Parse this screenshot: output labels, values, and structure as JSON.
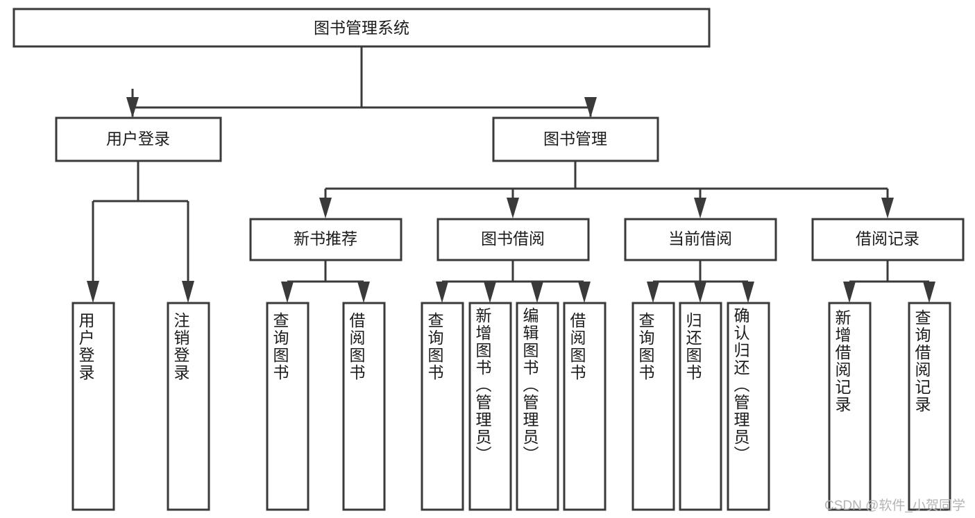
{
  "diagram": {
    "title": "图书管理系统",
    "type": "hierarchy-tree",
    "watermark": "CSDN @软件_小贺同学",
    "colors": {
      "box_stroke": "#3a3a3a",
      "box_fill": "#ffffff",
      "text": "#1b1b1b",
      "background": "#ffffff",
      "watermark": "#b4b4b4"
    },
    "nodes": {
      "root": {
        "label": "图书管理系统"
      },
      "level2": [
        {
          "id": "user-login",
          "label": "用户登录"
        },
        {
          "id": "book-manage",
          "label": "图书管理"
        }
      ],
      "level3": [
        {
          "id": "new-book-recommend",
          "label": "新书推荐"
        },
        {
          "id": "book-borrow",
          "label": "图书借阅"
        },
        {
          "id": "current-borrow",
          "label": "当前借阅"
        },
        {
          "id": "borrow-record",
          "label": "借阅记录"
        }
      ],
      "leaves": {
        "user_login": [
          {
            "id": "leaf-user-login",
            "label": "用户登录"
          },
          {
            "id": "leaf-logout",
            "label": "注销登录"
          }
        ],
        "new_book_recommend": [
          {
            "id": "leaf-query-book-1",
            "label": "查询图书"
          },
          {
            "id": "leaf-borrow-book-1",
            "label": "借阅图书"
          }
        ],
        "book_borrow": [
          {
            "id": "leaf-query-book-2",
            "label": "查询图书"
          },
          {
            "id": "leaf-add-book",
            "label": "新增图书（管理员）"
          },
          {
            "id": "leaf-edit-book",
            "label": "编辑图书（管理员）"
          },
          {
            "id": "leaf-borrow-book-2",
            "label": "借阅图书"
          }
        ],
        "current_borrow": [
          {
            "id": "leaf-query-book-3",
            "label": "查询图书"
          },
          {
            "id": "leaf-return-book",
            "label": "归还图书"
          },
          {
            "id": "leaf-confirm-return",
            "label": "确认归还（管理员）"
          }
        ],
        "borrow_record": [
          {
            "id": "leaf-add-record",
            "label": "新增借阅记录"
          },
          {
            "id": "leaf-query-record",
            "label": "查询借阅记录"
          }
        ]
      }
    }
  },
  "chart_data": {
    "type": "table",
    "title": "图书管理系统",
    "levels": [
      {
        "level": 1,
        "labels": [
          "图书管理系统"
        ]
      },
      {
        "level": 2,
        "labels": [
          "用户登录",
          "图书管理"
        ]
      },
      {
        "level": 3,
        "labels": [
          "新书推荐",
          "图书借阅",
          "当前借阅",
          "借阅记录"
        ]
      },
      {
        "level": 4,
        "labels": [
          "用户登录",
          "注销登录",
          "查询图书",
          "借阅图书",
          "查询图书",
          "新增图书（管理员）",
          "编辑图书（管理员）",
          "借阅图书",
          "查询图书",
          "归还图书",
          "确认归还（管理员）",
          "新增借阅记录",
          "查询借阅记录"
        ]
      }
    ],
    "edges": [
      {
        "from": "图书管理系统",
        "to": "用户登录"
      },
      {
        "from": "图书管理系统",
        "to": "图书管理"
      },
      {
        "from": "用户登录",
        "to": "用户登录"
      },
      {
        "from": "用户登录",
        "to": "注销登录"
      },
      {
        "from": "图书管理",
        "to": "新书推荐"
      },
      {
        "from": "图书管理",
        "to": "图书借阅"
      },
      {
        "from": "图书管理",
        "to": "当前借阅"
      },
      {
        "from": "图书管理",
        "to": "借阅记录"
      },
      {
        "from": "新书推荐",
        "to": "查询图书"
      },
      {
        "from": "新书推荐",
        "to": "借阅图书"
      },
      {
        "from": "图书借阅",
        "to": "查询图书"
      },
      {
        "from": "图书借阅",
        "to": "新增图书（管理员）"
      },
      {
        "from": "图书借阅",
        "to": "编辑图书（管理员）"
      },
      {
        "from": "图书借阅",
        "to": "借阅图书"
      },
      {
        "from": "当前借阅",
        "to": "查询图书"
      },
      {
        "from": "当前借阅",
        "to": "归还图书"
      },
      {
        "from": "当前借阅",
        "to": "确认归还（管理员）"
      },
      {
        "from": "借阅记录",
        "to": "新增借阅记录"
      },
      {
        "from": "借阅记录",
        "to": "查询借阅记录"
      }
    ]
  }
}
